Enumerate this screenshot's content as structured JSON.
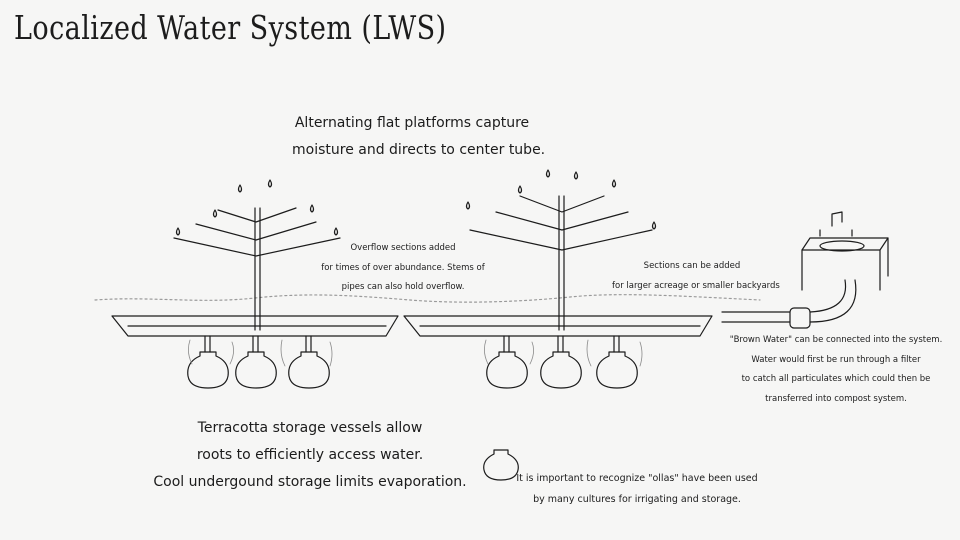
{
  "title": "Localized Water System (LWS)",
  "notes": {
    "platforms": [
      "Alternating flat platforms capture",
      "moisture and directs to center tube."
    ],
    "overflow": [
      "Overflow sections added",
      "for times of over abundance. Stems of",
      "pipes can also hold overflow."
    ],
    "sections": [
      "Sections can be added",
      "for larger acreage or smaller backyards"
    ],
    "brown_water": [
      "\"Brown Water\" can be connected into the system.",
      "Water would first be run through a filter",
      "to catch all particulates which could then be",
      "transferred into compost system."
    ],
    "terracotta": [
      "Terracotta storage vessels allow",
      "roots to efficiently access water.",
      "Cool undergound storage limits evaporation."
    ],
    "ollas": [
      "It is important to recognize \"ollas\" have been used",
      "by many cultures for irrigating and storage."
    ]
  },
  "colors": {
    "ink": "#1c1c1c",
    "soil": "#8a8a8a",
    "background": "#f6f6f5"
  }
}
